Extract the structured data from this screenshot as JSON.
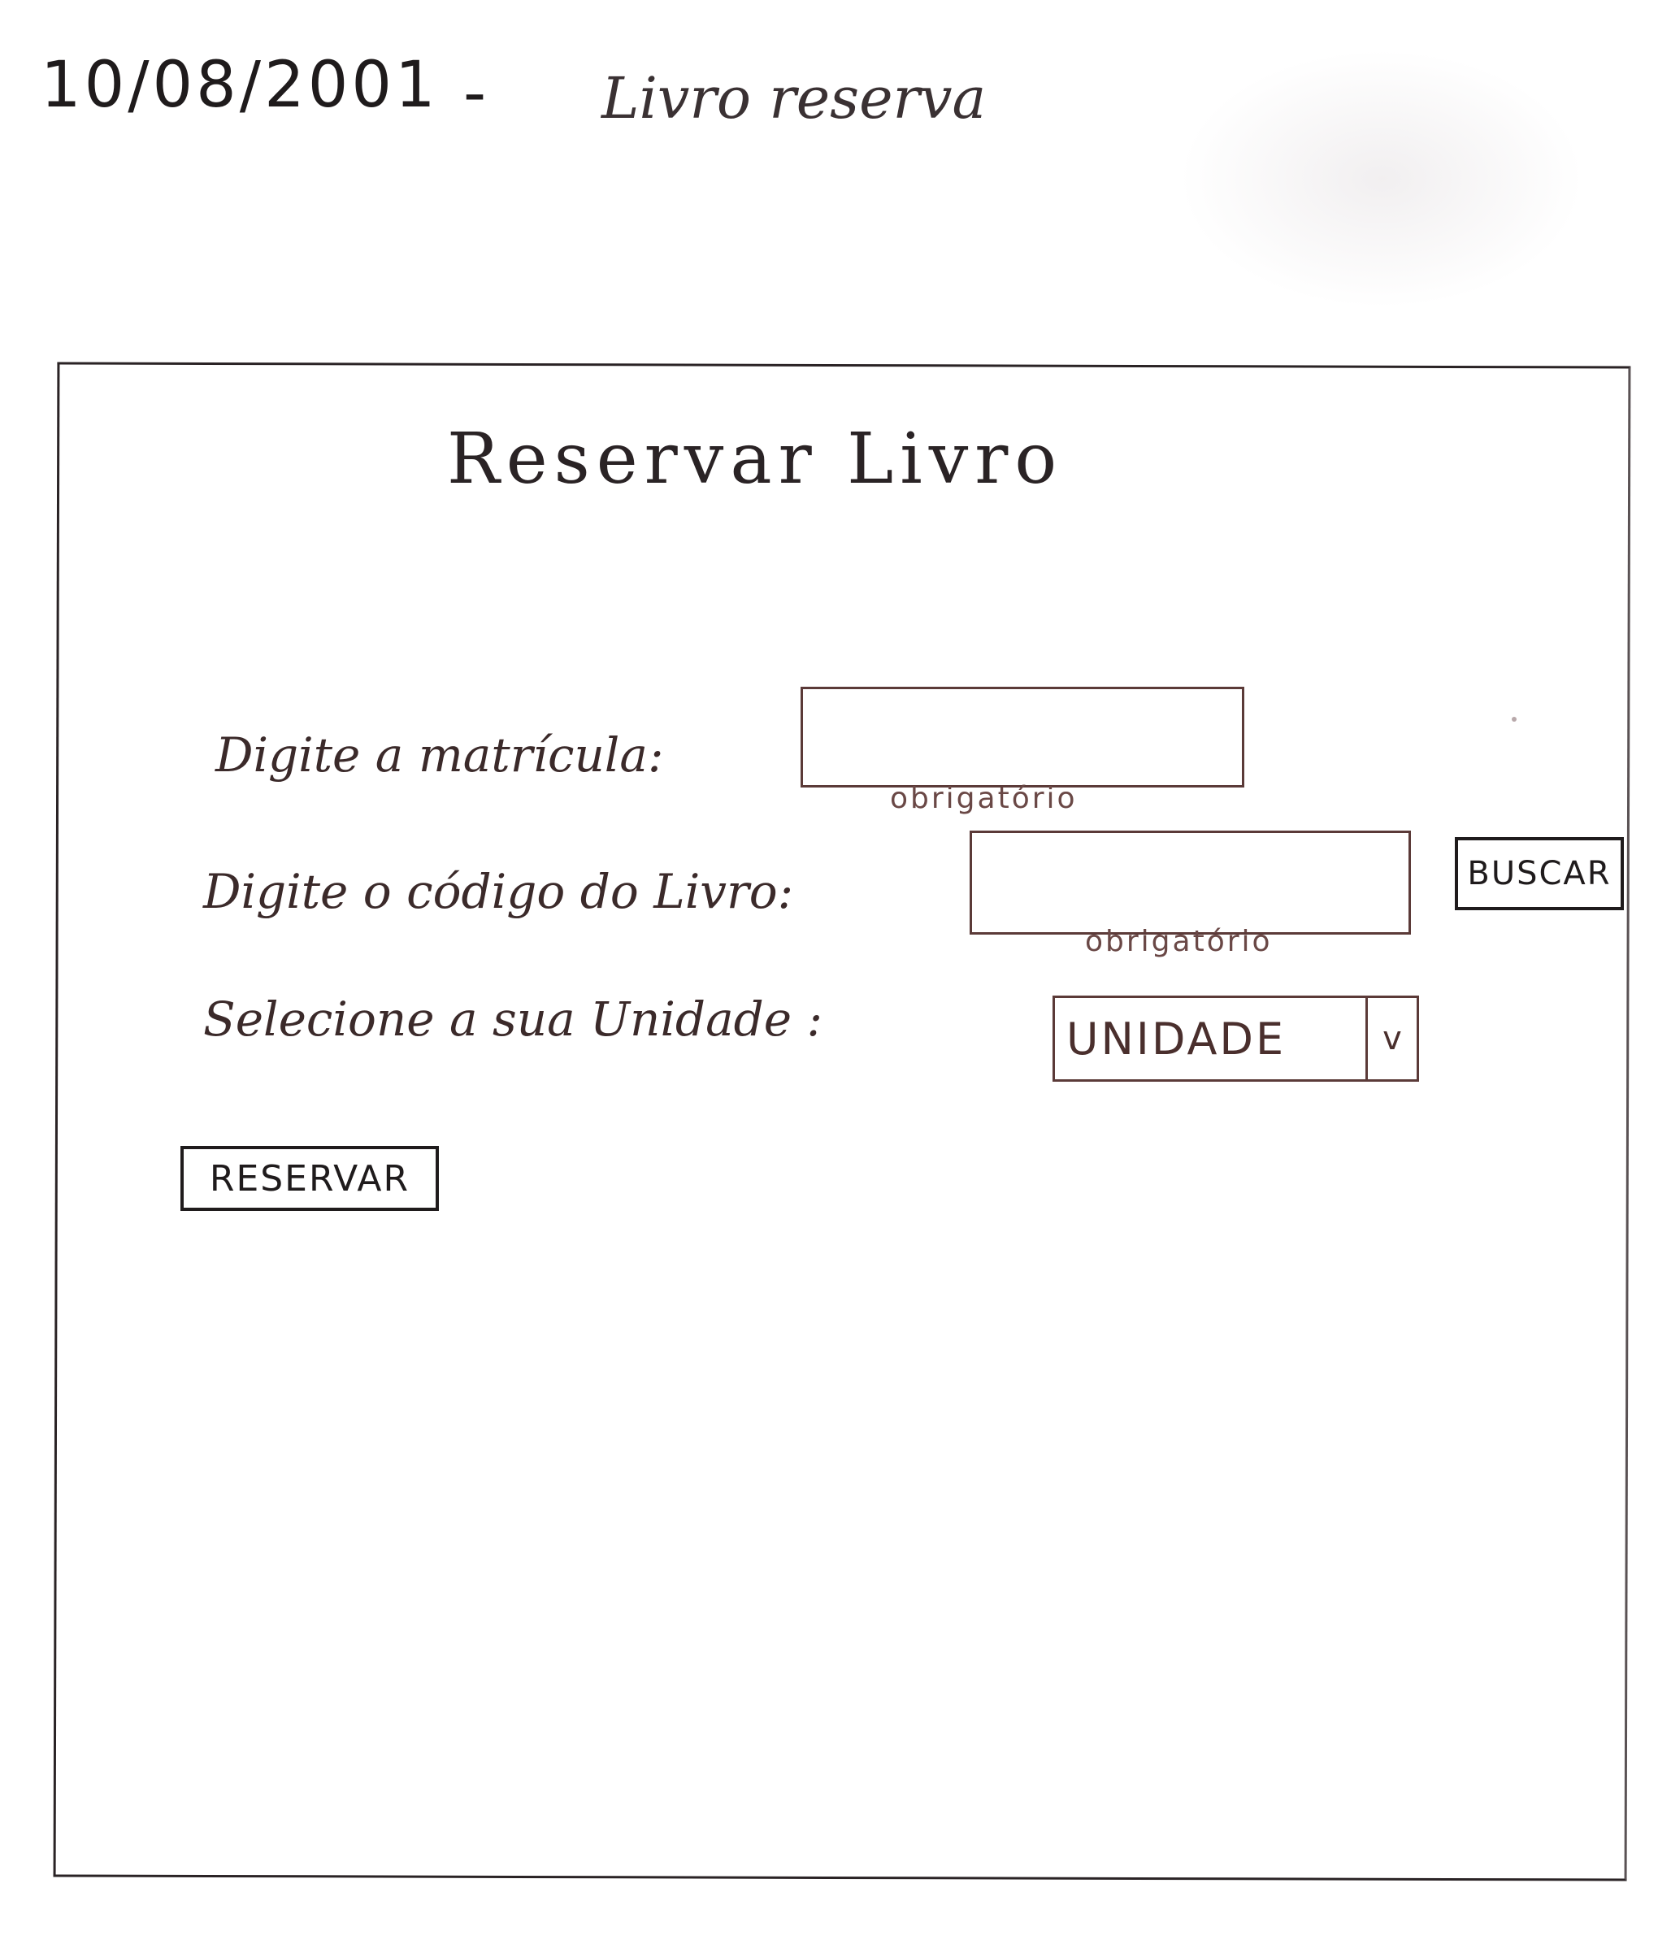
{
  "header": {
    "date": "10/08/2001",
    "separator": "-",
    "title": "Livro reserva"
  },
  "form": {
    "title": "Reservar Livro",
    "matricula": {
      "label": "Digite a matrícula:",
      "value": "",
      "hint": "obrigatório"
    },
    "codigo": {
      "label": "Digite o código do Livro:",
      "value": "",
      "hint": "obrigatório"
    },
    "buscar_label": "BUSCAR",
    "unidade": {
      "label": "Selecione a sua Unidade :",
      "selected": "UNIDADE",
      "arrow": "v"
    },
    "reservar_label": "RESERVAR"
  }
}
